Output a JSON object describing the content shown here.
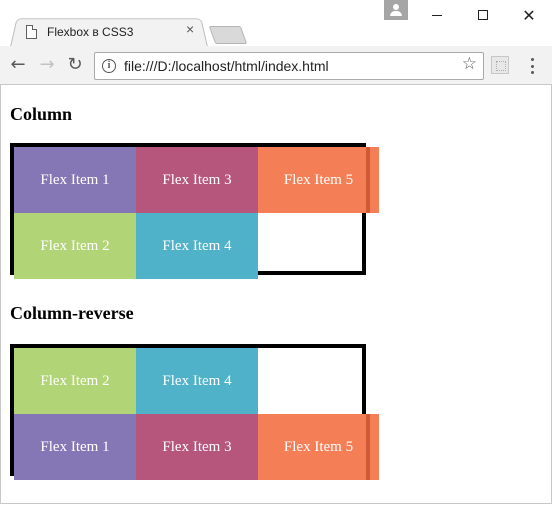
{
  "window": {
    "tab_title": "Flexbox в CSS3",
    "tab_close": "×",
    "minimize": "",
    "maximize": "",
    "close": "✕"
  },
  "toolbar": {
    "back": "←",
    "forward": "→",
    "reload": "↻",
    "info": "i",
    "url": "file:///D:/localhost/html/index.html",
    "star": "☆"
  },
  "page": {
    "sections": [
      {
        "heading": "Column",
        "items": [
          "Flex Item 1",
          "Flex Item 2",
          "Flex Item 3",
          "Flex Item 4",
          "Flex Item 5"
        ]
      },
      {
        "heading": "Column-reverse",
        "items": [
          "Flex Item 2",
          "Flex Item 4",
          "Flex Item 1",
          "Flex Item 3",
          "Flex Item 5"
        ]
      }
    ]
  },
  "colors": {
    "item_1": "#8577b5",
    "item_2": "#b1d476",
    "item_3": "#b6567c",
    "item_4": "#50b2c9",
    "item_5": "#f47f56",
    "item_5_overflow": "#cf5a36"
  }
}
